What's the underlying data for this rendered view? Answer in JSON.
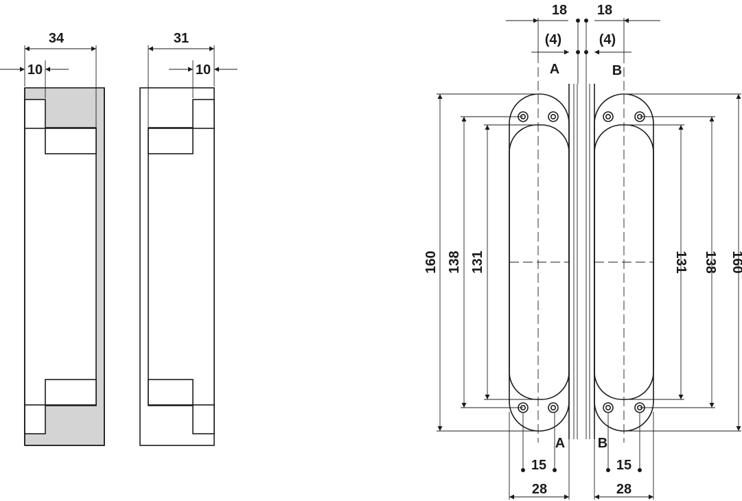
{
  "colors": {
    "line": "#1a1a1a",
    "gray_fill": "#d4d4d4",
    "background": "#ffffff"
  },
  "left_views": {
    "view1": {
      "width": "34",
      "offset": "10"
    },
    "view2": {
      "width": "31",
      "offset": "10"
    }
  },
  "right_view": {
    "top": {
      "left_18": "18",
      "right_18": "18",
      "left_4": "(4)",
      "right_4": "(4)",
      "label_a": "A",
      "label_b": "B"
    },
    "left_vertical": {
      "d160": "160",
      "d138": "138",
      "d131": "131"
    },
    "right_vertical": {
      "d131": "131",
      "d138": "138",
      "d160": "160"
    },
    "bottom": {
      "label_a": "A",
      "label_b": "B",
      "left_15": "15",
      "right_15": "15",
      "left_28": "28",
      "right_28": "28"
    }
  }
}
